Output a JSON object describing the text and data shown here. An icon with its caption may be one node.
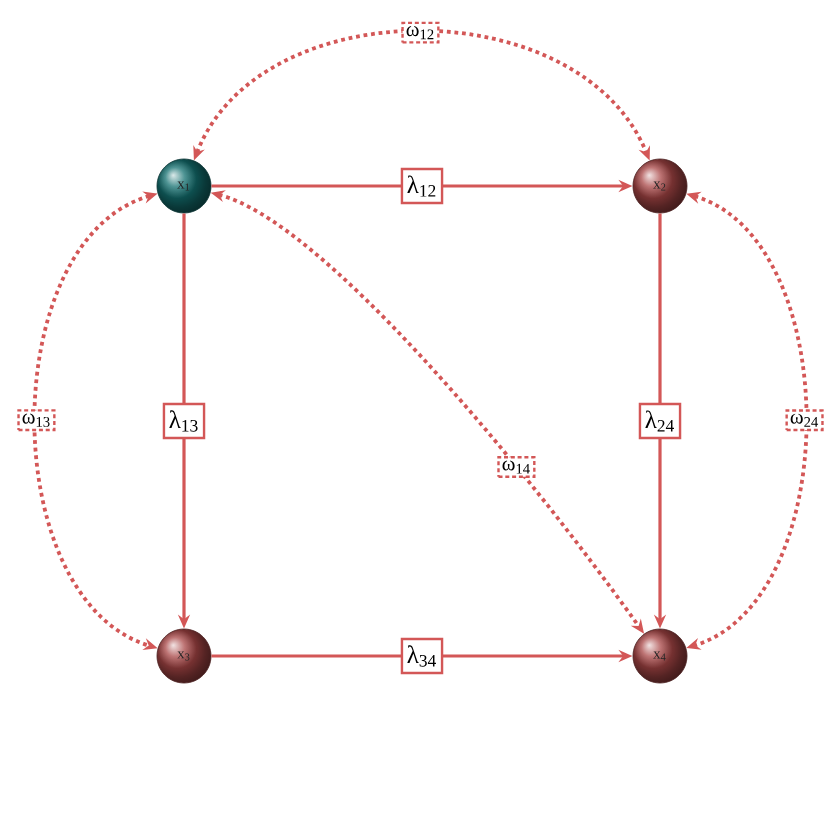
{
  "diagram": {
    "nodes": [
      {
        "text": [
          "x$_{1}$"
        ]
      },
      {
        "text": [
          "x$_{2}$"
        ]
      },
      {
        "text": [
          "x$_{3}$"
        ]
      },
      {
        "text": [
          "x$_{4}$"
        ]
      }
    ],
    "edges": [
      {
        "from": 0,
        "to": 1,
        "arrow": "both",
        "label": "ω$_{12}$",
        "style": "dashed"
      },
      {
        "from": 0,
        "to": 1,
        "arrow": "to",
        "label": "λ$_{12}$"
      },
      {
        "from": 0,
        "to": 2,
        "arrow": "both",
        "label": "ω$_{13}$",
        "style": "dashed"
      },
      {
        "from": 0,
        "to": 2,
        "arrow": "to",
        "label": "λ$_{13}$"
      },
      {
        "from": 0,
        "to": 3,
        "arrow": "both",
        "label": "ω$_{14}$",
        "style": "dashed"
      },
      {
        "from": 1,
        "to": 3,
        "arrow": "to",
        "label": "λ$_{24}$"
      },
      {
        "from": 1,
        "to": 3,
        "arrow": "both",
        "label": "ω$_{24}$",
        "style": "dashed"
      },
      {
        "from": 2,
        "to": 3,
        "arrow": "to",
        "label": "λ$_{34}$"
      }
    ]
  }
}
